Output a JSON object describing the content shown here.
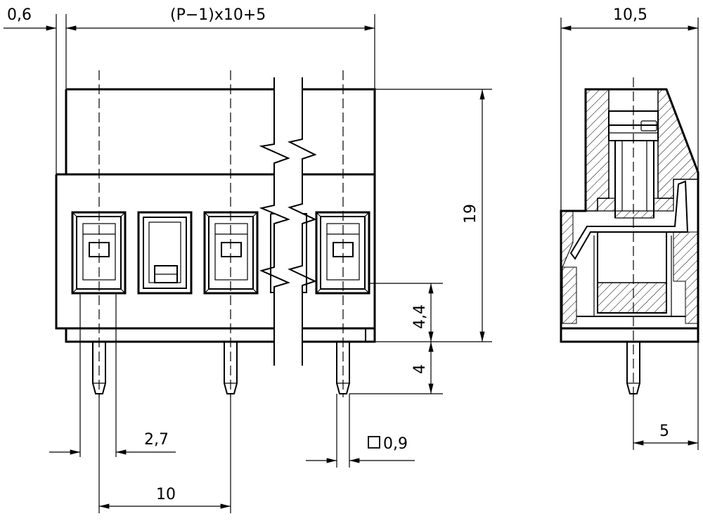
{
  "drawing": {
    "dimensions": {
      "offset": "0,6",
      "length_formula": "(P−1)x10+5",
      "width": "10,5",
      "height": "19",
      "upper_pin_height": "4,4",
      "lower_pin_height": "4",
      "pin_spacing": "10",
      "pin_edge": "2,7",
      "pin_section": "0,9",
      "pin_offset": "5"
    },
    "icons": {
      "square_section": "square-section-icon",
      "arrowhead": "arrowhead-icon"
    }
  }
}
